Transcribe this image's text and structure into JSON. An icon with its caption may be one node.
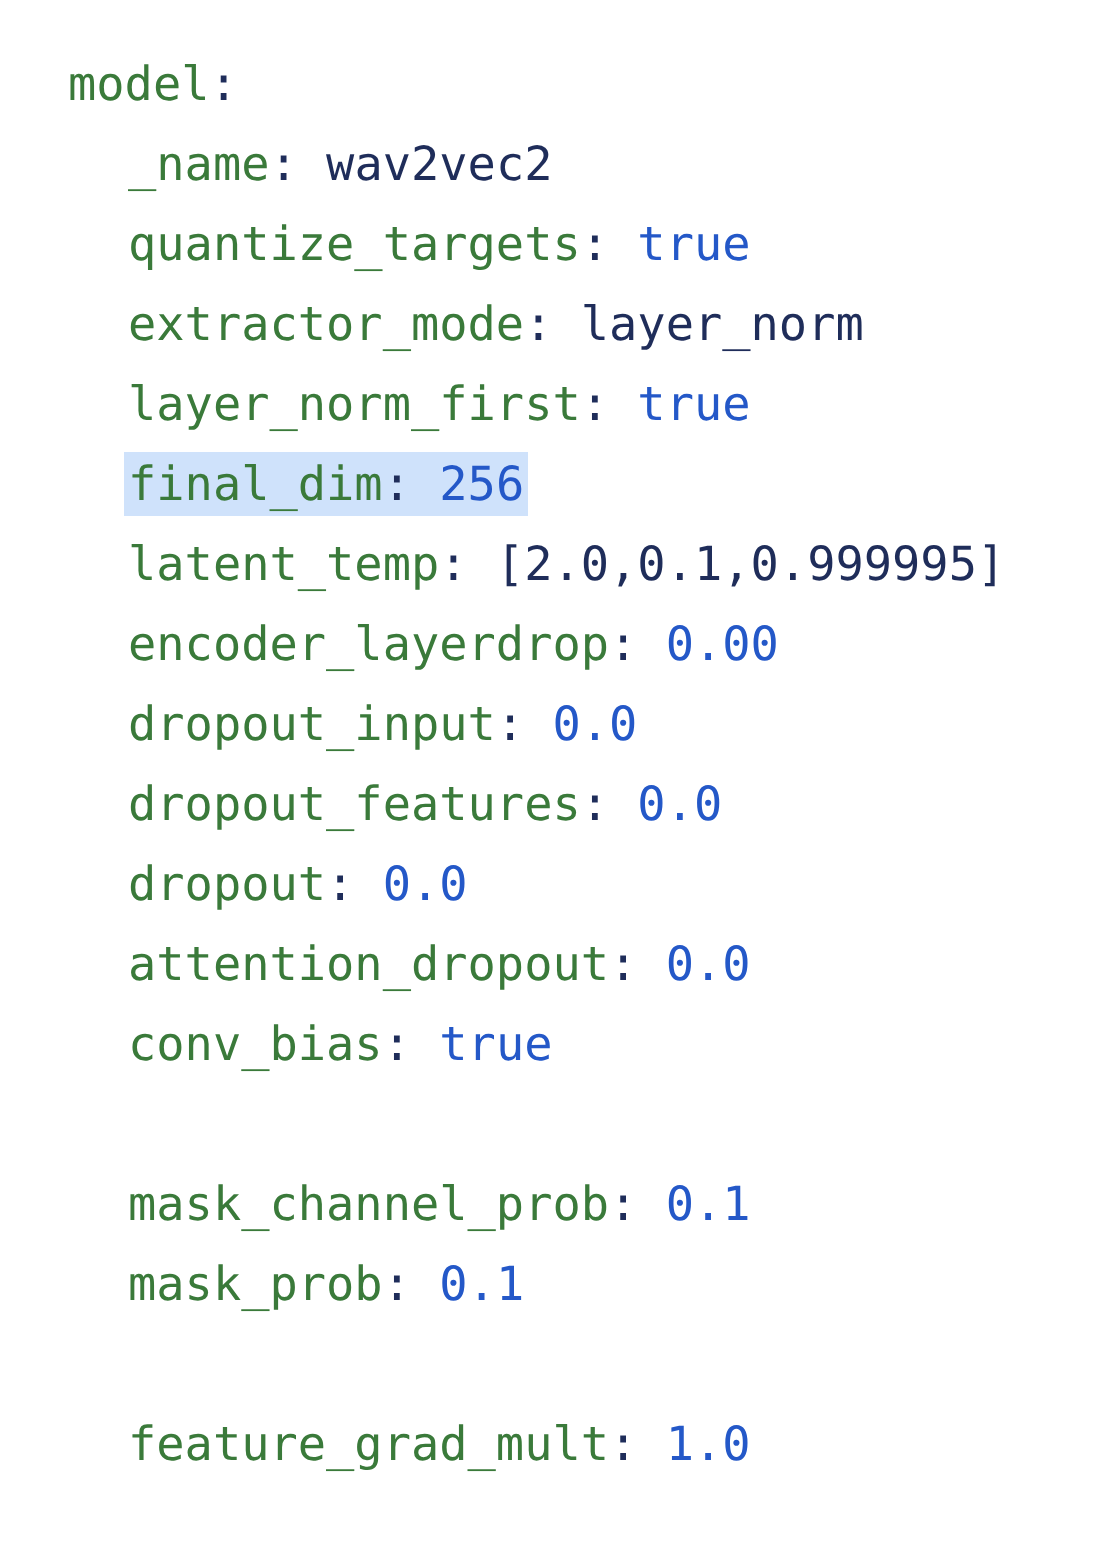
{
  "diagram": {
    "labels": [
      "model:",
      "_name: wav2vec2",
      "quantize_targets: true",
      "extractor_mode: layer_norm",
      "layer_norm_first: true",
      "final_dim: 256",
      "latent_temp: [2.0,0.1,0.999995]",
      "encoder_layerdrop: 0.00",
      "dropout_input: 0.0",
      "dropout_features: 0.0",
      "dropout: 0.0",
      "attention_dropout: 0.0",
      "conv_bias: true",
      "mask_channel_prob: 0.1",
      "mask_prob: 0.1",
      "feature_grad_mult: 1.0"
    ]
  }
}
